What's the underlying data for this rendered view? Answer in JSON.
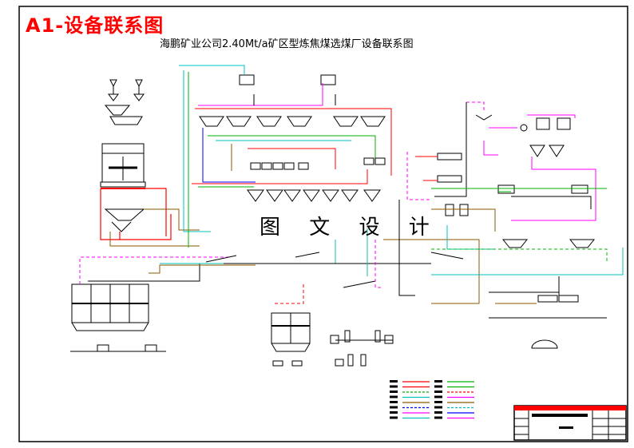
{
  "corner_tag": "A1-设备联系图",
  "title": "海鹏矿业公司2.40Mt/a矿区型炼焦煤选煤厂设备联系图",
  "watermark": "图 文 设 计",
  "colors": {
    "frame": "#000000",
    "red": "#ff0000",
    "green": "#00b000",
    "blue": "#0000ff",
    "cyan": "#00c0c0",
    "magenta": "#ff00ff",
    "brown": "#8b5a00",
    "yellow": "#ffff00",
    "olive": "#808000"
  },
  "legend": {
    "left_colors": [
      "#ff0000",
      "#ff0000",
      "#00b000",
      "#00c0c0",
      "#8b5a00",
      "#0000ff",
      "#ff00ff",
      "#00c0c0"
    ],
    "right_colors": [
      "#00b000",
      "#00b000",
      "#ff0000",
      "#ff00ff",
      "#8b5a00",
      "#00c0c0",
      "#0000ff",
      "#ff00ff"
    ]
  }
}
